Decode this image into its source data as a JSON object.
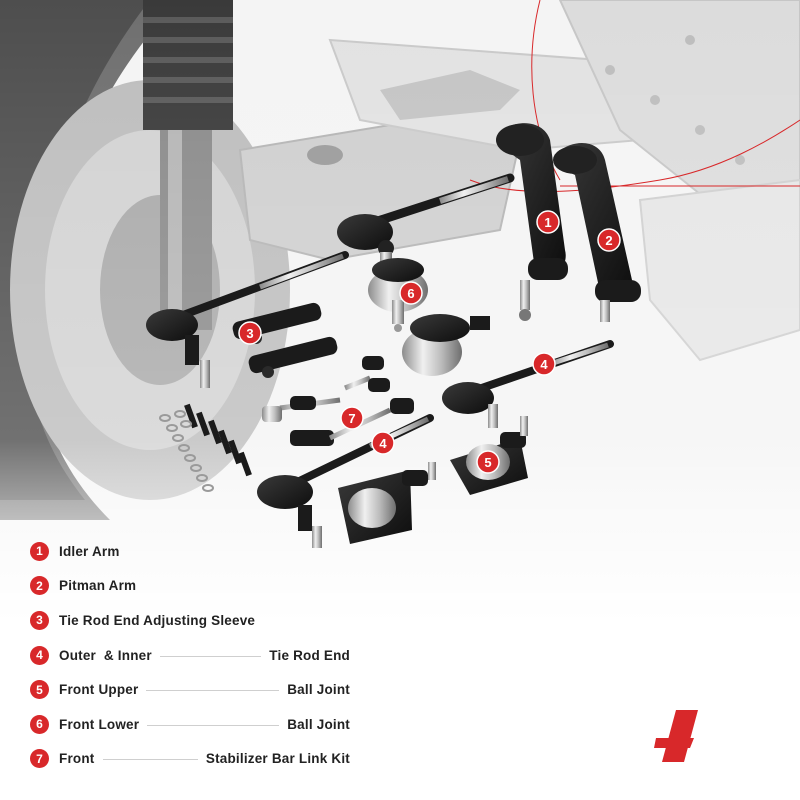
{
  "legend": {
    "items": [
      {
        "num": "1",
        "left": "Idler Arm",
        "right": ""
      },
      {
        "num": "2",
        "left": "Pitman Arm",
        "right": ""
      },
      {
        "num": "3",
        "left": "Tie Rod End Adjusting Sleeve",
        "right": ""
      },
      {
        "num": "4",
        "left": "Outer  & Inner",
        "right": "Tie Rod End"
      },
      {
        "num": "5",
        "left": "Front Upper",
        "right": "Ball Joint"
      },
      {
        "num": "6",
        "left": "Front Lower",
        "right": "Ball Joint"
      },
      {
        "num": "7",
        "left": "Front",
        "right": "Stabilizer Bar Link Kit"
      }
    ]
  },
  "badges": [
    "1",
    "2",
    "6",
    "3",
    "4",
    "7",
    "4",
    "5"
  ],
  "colors": {
    "accent": "#d8282a",
    "text": "#222222",
    "leader": "#cfcfcf",
    "part": "#1b1b1b",
    "chrome": "#c8c8c8"
  },
  "icons": {
    "logo": "brand-logo-icon"
  }
}
